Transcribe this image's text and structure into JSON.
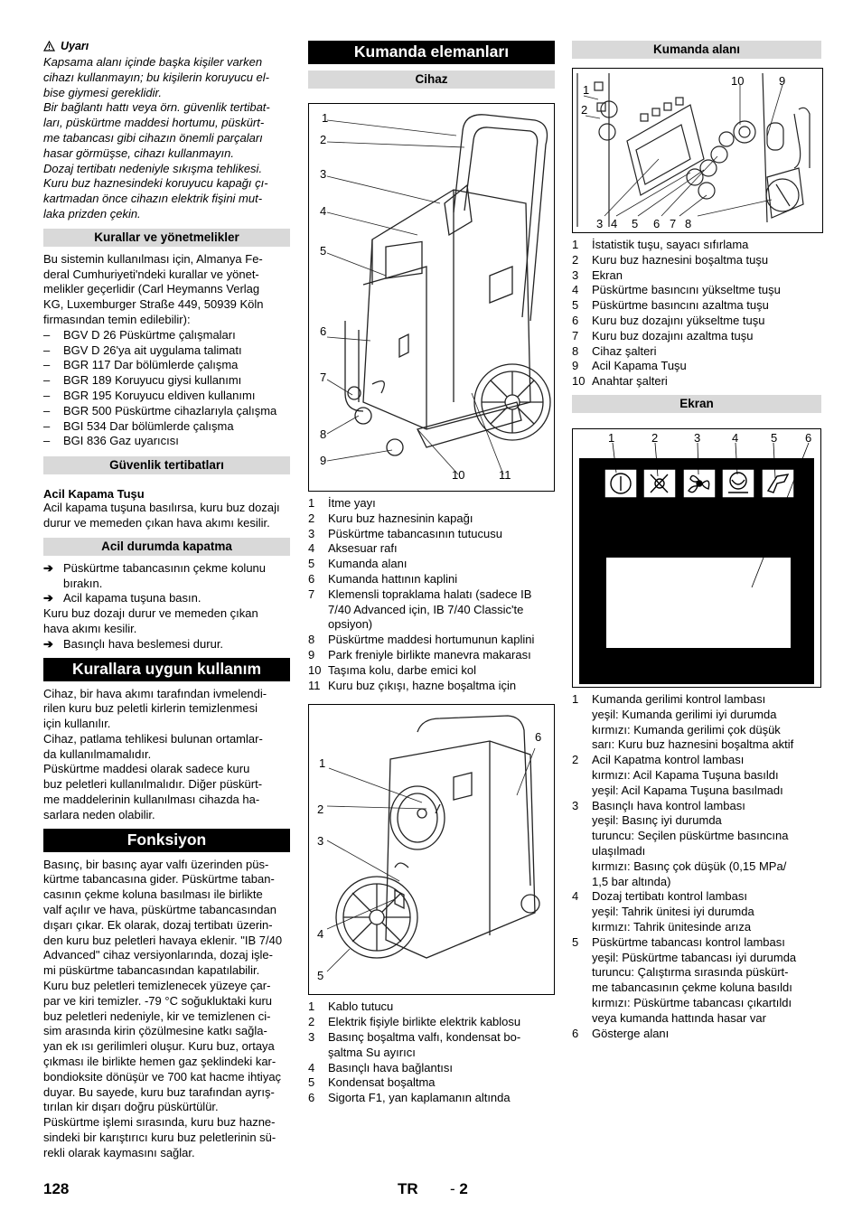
{
  "col1": {
    "warning_title": "Uyarı",
    "warning_lines": [
      "Kapsama alanı içinde başka kişiler varken",
      "cihazı kullanmayın; bu kişilerin koruyucu el-",
      "bise giymesi gereklidir.",
      "Bir bağlantı hattı veya örn. güvenlik tertibat-",
      "ları, püskürtme maddesi hortumu, püskürt-",
      "me tabancası gibi cihazın önemli parçaları",
      "hasar görmüşse, cihazı kullanmayın.",
      "Dozaj tertibatı nedeniyle sıkışma tehlikesi.",
      "Kuru buz haznesindeki koruyucu kapağı çı-",
      "kartmadan önce cihazın elektrik fişini mut-",
      "laka prizden çekin."
    ],
    "rules_heading": "Kurallar ve yönetmelikler",
    "rules_intro": [
      "Bu sistemin kullanılması için, Almanya Fe-",
      "deral Cumhuriyeti'ndeki kurallar ve yönet-",
      "melikler geçerlidir (Carl Heymanns Verlag",
      "KG, Luxemburger Straße 449, 50939 Köln",
      "firmasından temin edilebilir):"
    ],
    "rules_list": [
      "BGV D 26 Püskürtme çalışmaları",
      "BGV D 26'ya ait uygulama talimatı",
      "BGR 117 Dar bölümlerde çalışma",
      "BGR 189 Koruyucu giysi kullanımı",
      "BGR 195 Koruyucu eldiven kullanımı",
      "BGR 500 Püskürtme cihazlarıyla çalışma",
      "BGI 534 Dar bölümlerde çalışma",
      "BGI 836 Gaz uyarıcısı"
    ],
    "safety_heading": "Güvenlik tertibatları",
    "estop_title": "Acil Kapama Tuşu",
    "estop_lines": [
      "Acil kapama tuşuna basılırsa, kuru buz dozajı",
      "durur ve memeden çıkan hava akımı kesilir."
    ],
    "emergency_heading": "Acil durumda kapatma",
    "emergency_steps": [
      [
        "Püskürtme tabancasının çekme kolunu",
        "bırakın."
      ],
      [
        "Acil kapama tuşuna basın."
      ]
    ],
    "emergency_after": [
      "Kuru buz dozajı durur ve memeden çıkan",
      "hava akımı kesilir."
    ],
    "emergency_step3": "Basınçlı hava beslemesi durur.",
    "proper_use_heading": "Kurallara uygun kullanım",
    "proper_use_lines": [
      "Cihaz, bir hava akımı tarafından ivmelendi-",
      "rilen kuru buz peletli kirlerin temizlenmesi",
      "için kullanılır.",
      "Cihaz, patlama tehlikesi bulunan ortamlar-",
      "da kullanılmamalıdır.",
      "Püskürtme maddesi olarak sadece kuru",
      "buz peletleri kullanılmalıdır. Diğer püskürt-",
      "me maddelerinin kullanılması cihazda ha-",
      "sarlara neden olabilir."
    ],
    "function_heading": "Fonksiyon",
    "function_lines": [
      "Basınç, bir basınç ayar valfı üzerinden püs-",
      "kürtme tabancasına gider. Püskürtme taban-",
      "casının çekme koluna basılması ile birlikte",
      "valf açılır ve hava, püskürtme tabancasından",
      "dışarı çıkar. Ek olarak, dozaj tertibatı üzerin-",
      "den kuru buz peletleri havaya eklenir. \"IB 7/40",
      "Advanced\" cihaz versiyonlarında, dozaj işle-",
      "mi püskürtme tabancasından kapatılabilir.",
      "Kuru buz peletleri temizlenecek yüzeye çar-",
      "par ve kiri temizler. -79 °C soğukluktaki kuru",
      "buz peletleri nedeniyle, kir ve temizlenen ci-",
      "sim arasında kirin çözülmesine katkı sağla-",
      "yan ek ısı gerilimleri oluşur. Kuru buz, ortaya",
      "çıkması ile birlikte hemen gaz şeklindeki kar-",
      "bondioksite dönüşür ve 700 kat hacme ihtiyaç",
      "duyar. Bu sayede, kuru buz tarafından ayrış-",
      "tırılan kir dışarı doğru püskürtülür.",
      "Püskürtme işlemi sırasında, kuru buz hazne-",
      "sindeki bir karıştırıcı kuru buz peletlerinin sü-",
      "rekli olarak kaymasını sağlar."
    ]
  },
  "col2": {
    "heading": "Kumanda elemanları",
    "device_heading": "Cihaz",
    "fig1_labels": [
      "1",
      "2",
      "3",
      "4",
      "5",
      "6",
      "7",
      "8",
      "9",
      "10",
      "11"
    ],
    "fig1_items": [
      [
        "1",
        "İtme yayı"
      ],
      [
        "2",
        "Kuru buz haznesinin kapağı"
      ],
      [
        "3",
        "Püskürtme tabancasının tutucusu"
      ],
      [
        "4",
        "Aksesuar rafı"
      ],
      [
        "5",
        "Kumanda alanı"
      ],
      [
        "6",
        "Kumanda hattının kaplini"
      ],
      [
        "7",
        "Klemensli topraklama halatı (sadece IB",
        "7/40 Advanced için, IB 7/40 Classic'te",
        "opsiyon)"
      ],
      [
        "8",
        "Püskürtme maddesi hortumunun kaplini"
      ],
      [
        "9",
        "Park freniyle birlikte manevra makarası"
      ],
      [
        "10",
        "Taşıma kolu, darbe emici kol"
      ],
      [
        "11",
        "Kuru buz çıkışı, hazne boşaltma için"
      ]
    ],
    "fig2_labels": [
      "1",
      "2",
      "3",
      "4",
      "5",
      "6"
    ],
    "fig2_items": [
      [
        "1",
        "Kablo tutucu"
      ],
      [
        "2",
        "Elektrik fişiyle birlikte elektrik kablosu"
      ],
      [
        "3",
        "Basınç boşaltma valfı, kondensat bo-",
        "şaltma Su ayırıcı"
      ],
      [
        "4",
        "Basınçlı hava bağlantısı"
      ],
      [
        "5",
        "Kondensat boşaltma"
      ],
      [
        "6",
        "Sigorta F1, yan kaplamanın altında"
      ]
    ]
  },
  "col3": {
    "panel_heading": "Kumanda alanı",
    "panel_labels": [
      "1",
      "2",
      "10",
      "9",
      "3",
      "4",
      "5",
      "6",
      "7",
      "8"
    ],
    "panel_items": [
      [
        "1",
        "İstatistik tuşu, sayacı sıfırlama"
      ],
      [
        "2",
        "Kuru buz haznesini boşaltma tuşu"
      ],
      [
        "3",
        "Ekran"
      ],
      [
        "4",
        "Püskürtme basıncını yükseltme tuşu"
      ],
      [
        "5",
        "Püskürtme basıncını azaltma tuşu"
      ],
      [
        "6",
        "Kuru buz dozajını yükseltme tuşu"
      ],
      [
        "7",
        "Kuru buz dozajını azaltma tuşu"
      ],
      [
        "8",
        "Cihaz şalteri"
      ],
      [
        "9",
        "Acil Kapama Tuşu"
      ],
      [
        "10",
        "Anahtar şalteri"
      ]
    ],
    "screen_heading": "Ekran",
    "screen_labels": [
      "1",
      "2",
      "3",
      "4",
      "5",
      "6"
    ],
    "screen_items": [
      {
        "n": "1",
        "t": "Kumanda gerilimi kontrol lambası",
        "sub": [
          "yeşil: Kumanda gerilimi iyi durumda",
          "kırmızı: Kumanda gerilimi çok düşük",
          "sarı: Kuru buz haznesini boşaltma aktif"
        ]
      },
      {
        "n": "2",
        "t": "Acil Kapatma kontrol lambası",
        "sub": [
          "kırmızı: Acil Kapama Tuşuna basıldı",
          "yeşil: Acil Kapama Tuşuna basılmadı"
        ]
      },
      {
        "n": "3",
        "t": "Basınçlı hava kontrol lambası",
        "sub": [
          "yeşil: Basınç iyi durumda",
          "turuncu: Seçilen püskürtme basıncına",
          "ulaşılmadı",
          "kırmızı: Basınç çok düşük (0,15 MPa/",
          "1,5 bar altında)"
        ]
      },
      {
        "n": "4",
        "t": "Dozaj tertibatı kontrol lambası",
        "sub": [
          "yeşil: Tahrik ünitesi iyi durumda",
          "kırmızı: Tahrik ünitesinde arıza"
        ]
      },
      {
        "n": "5",
        "t": "Püskürtme tabancası kontrol lambası",
        "sub": [
          "yeşil: Püskürtme tabancası iyi durumda",
          "turuncu: Çalıştırma sırasında püskürt-",
          "me tabancasının çekme koluna basıldı",
          "kırmızı: Püskürtme tabancası çıkartıldı",
          "veya kumanda hattında hasar var"
        ]
      },
      {
        "n": "6",
        "t": "Gösterge alanı",
        "sub": []
      }
    ]
  },
  "footer": {
    "page": "128",
    "lang": "TR",
    "section": "2"
  }
}
